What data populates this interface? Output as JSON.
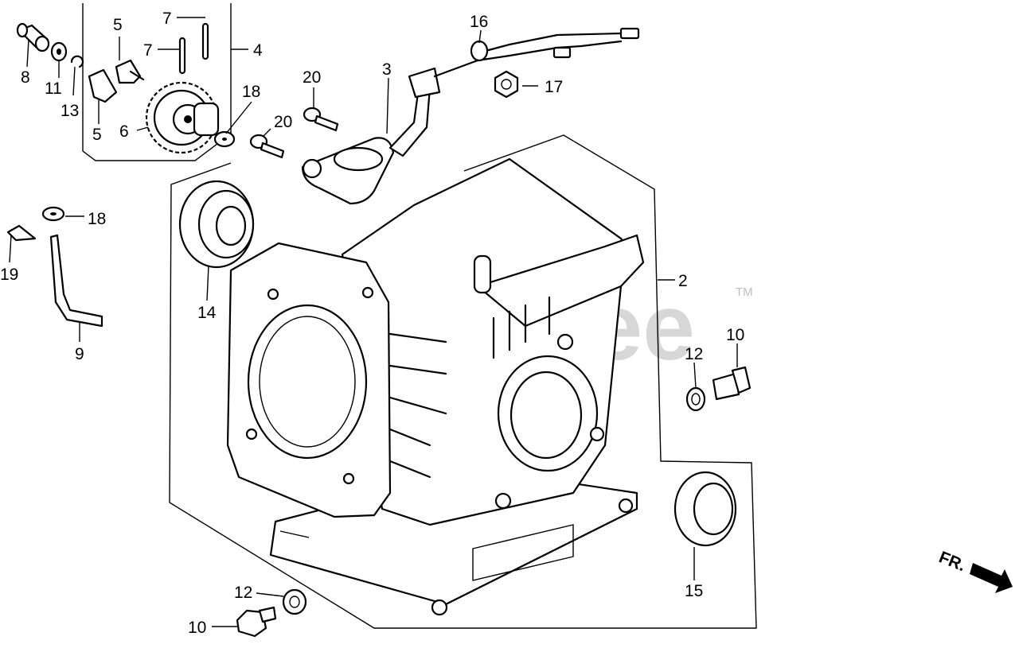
{
  "watermark": {
    "text": "PartsTree",
    "trademark": "TM"
  },
  "direction": {
    "text": "FR."
  },
  "callouts": [
    {
      "id": "c8",
      "text": "8"
    },
    {
      "id": "c11",
      "text": "11"
    },
    {
      "id": "c13",
      "text": "13"
    },
    {
      "id": "c5a",
      "text": "5"
    },
    {
      "id": "c5b",
      "text": "5"
    },
    {
      "id": "c6",
      "text": "6"
    },
    {
      "id": "c7a",
      "text": "7"
    },
    {
      "id": "c7b",
      "text": "7"
    },
    {
      "id": "c4",
      "text": "4"
    },
    {
      "id": "c18a",
      "text": "18"
    },
    {
      "id": "c20a",
      "text": "20"
    },
    {
      "id": "c20b",
      "text": "20"
    },
    {
      "id": "c3",
      "text": "3"
    },
    {
      "id": "c16",
      "text": "16"
    },
    {
      "id": "c17",
      "text": "17"
    },
    {
      "id": "c18b",
      "text": "18"
    },
    {
      "id": "c19",
      "text": "19"
    },
    {
      "id": "c9",
      "text": "9"
    },
    {
      "id": "c14",
      "text": "14"
    },
    {
      "id": "c2",
      "text": "2"
    },
    {
      "id": "c10a",
      "text": "10"
    },
    {
      "id": "c12a",
      "text": "12"
    },
    {
      "id": "c15",
      "text": "15"
    },
    {
      "id": "c12b",
      "text": "12"
    },
    {
      "id": "c10b",
      "text": "10"
    }
  ]
}
